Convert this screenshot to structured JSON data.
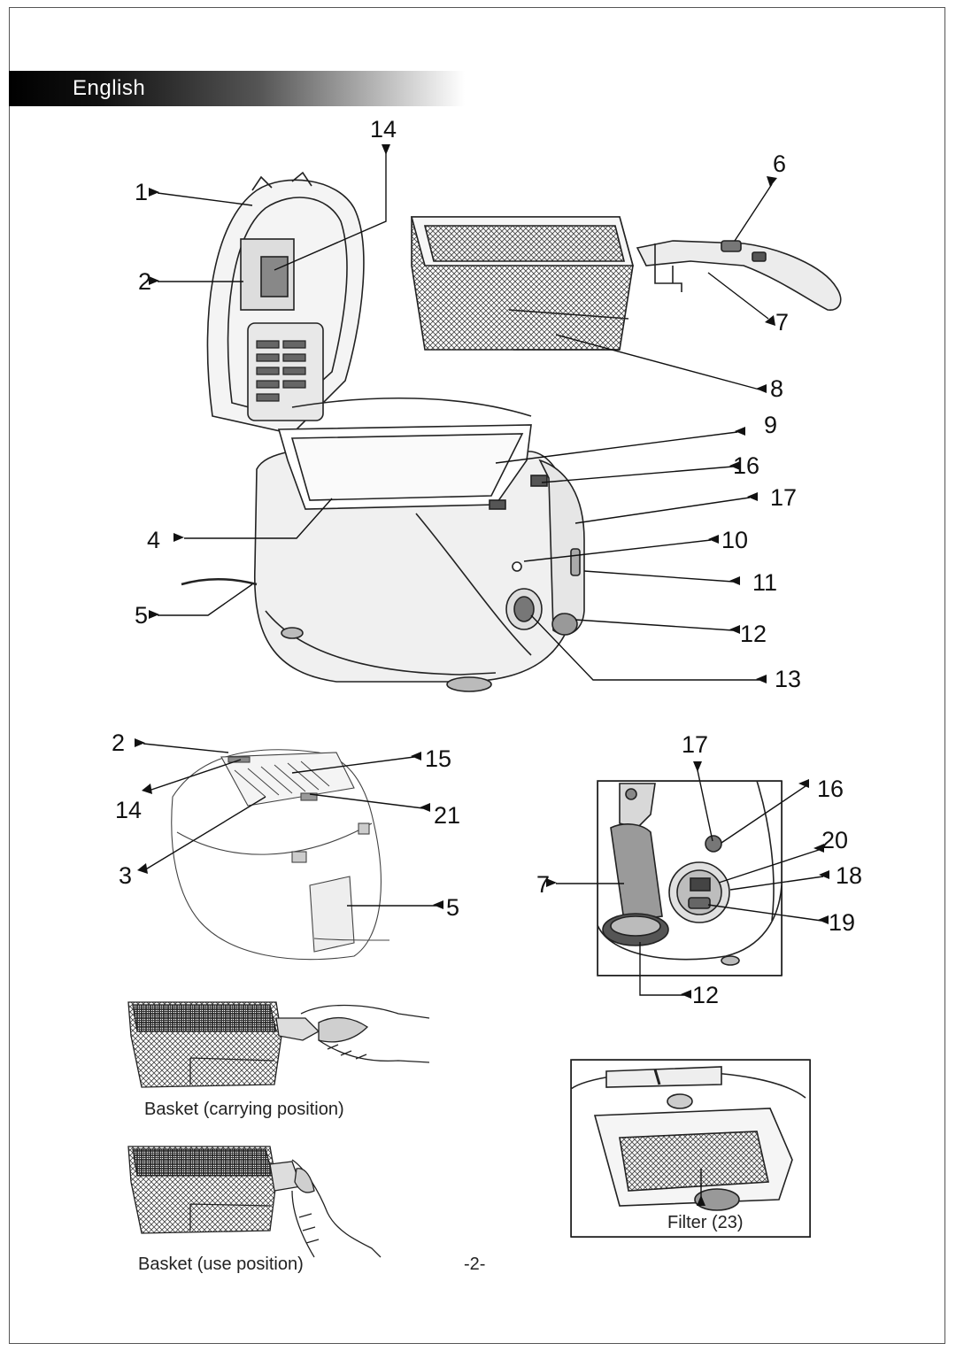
{
  "header": {
    "language": "English"
  },
  "callouts": {
    "c14a": "14",
    "c6": "6",
    "c1": "1",
    "c2a": "2",
    "c7a": "7",
    "c8": "8",
    "c9": "9",
    "c16a": "16",
    "c17a": "17",
    "c4": "4",
    "c10": "10",
    "c11": "11",
    "c5a": "5",
    "c12a": "12",
    "c13": "13",
    "c2b": "2",
    "c15": "15",
    "c14b": "14",
    "c21": "21",
    "c3": "3",
    "c5b": "5",
    "c17b": "17",
    "c16b": "16",
    "c20": "20",
    "c7b": "7",
    "c18": "18",
    "c19": "19",
    "c12b": "12"
  },
  "captions": {
    "carrying": "Basket (carrying position)",
    "use": "Basket (use position)",
    "filter": "Filter (23)",
    "page_number": "-2-"
  }
}
